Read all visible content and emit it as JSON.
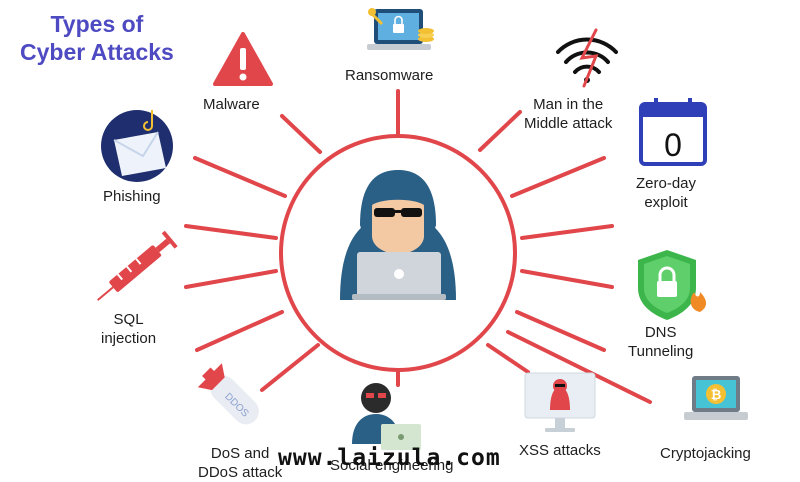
{
  "title": {
    "line1": "Types of",
    "line2": "Cyber Attacks"
  },
  "attacks": [
    {
      "label": "Ransomware"
    },
    {
      "label": "Malware"
    },
    {
      "label": "Man in the",
      "label2": "Middle attack"
    },
    {
      "label": "Phishing"
    },
    {
      "label": "Zero-day",
      "label2": "exploit"
    },
    {
      "label": "SQL",
      "label2": "injection"
    },
    {
      "label": "DNS",
      "label2": "Tunneling"
    },
    {
      "label": "DoS and",
      "label2": "DDoS attack"
    },
    {
      "label": "Social engineering"
    },
    {
      "label": "XSS attacks"
    },
    {
      "label": "Cryptojacking"
    }
  ],
  "icons": {
    "zero_day_digit": "0",
    "ddos_text": "DDOS",
    "crypto_symbol": "₿"
  },
  "watermark": "www.laizula.com",
  "colors": {
    "accent": "#e0464a",
    "title": "#4e4ac2",
    "hood": "#2a5f86",
    "laptop": "#cfd5da"
  }
}
